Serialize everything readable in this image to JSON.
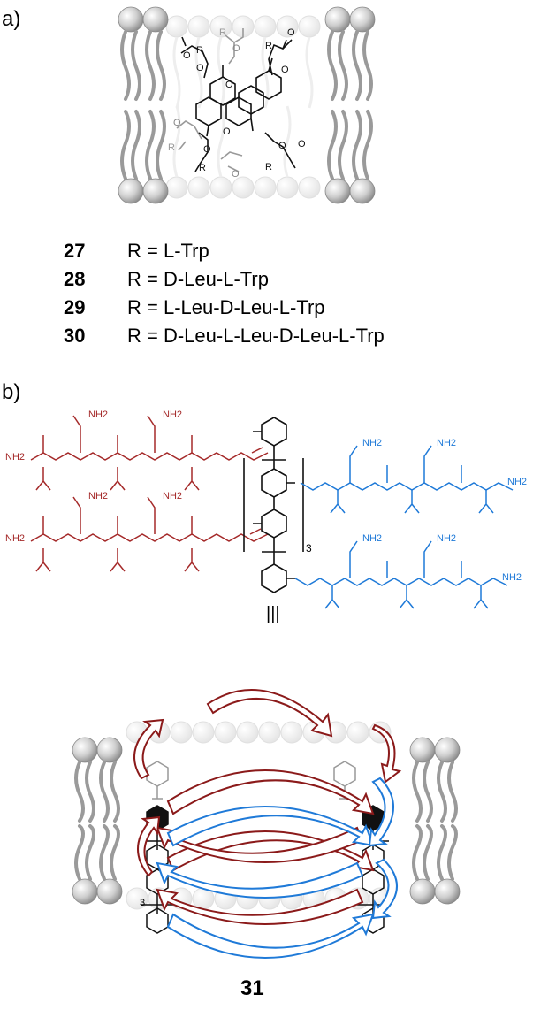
{
  "panel_a": {
    "label": "a)",
    "substituent_label": "R",
    "compounds": [
      {
        "number": "27",
        "definition": "R = L-Trp"
      },
      {
        "number": "28",
        "definition": "R = D-Leu-L-Trp"
      },
      {
        "number": "29",
        "definition": "R = L-Leu-D-Leu-L-Trp"
      },
      {
        "number": "30",
        "definition": "R = D-Leu-L-Leu-D-Leu-L-Trp"
      }
    ]
  },
  "panel_b": {
    "label": "b)",
    "amide_terminus": "NH2",
    "repeat_subscript": "3",
    "equivalence_symbol": "|||",
    "compound_number": "31"
  },
  "colors": {
    "red_peptide": "#a52a2a",
    "blue_peptide": "#1f7ad8",
    "lipid_head": "#b8b8b8",
    "lipid_tail": "#9a9a9a"
  }
}
